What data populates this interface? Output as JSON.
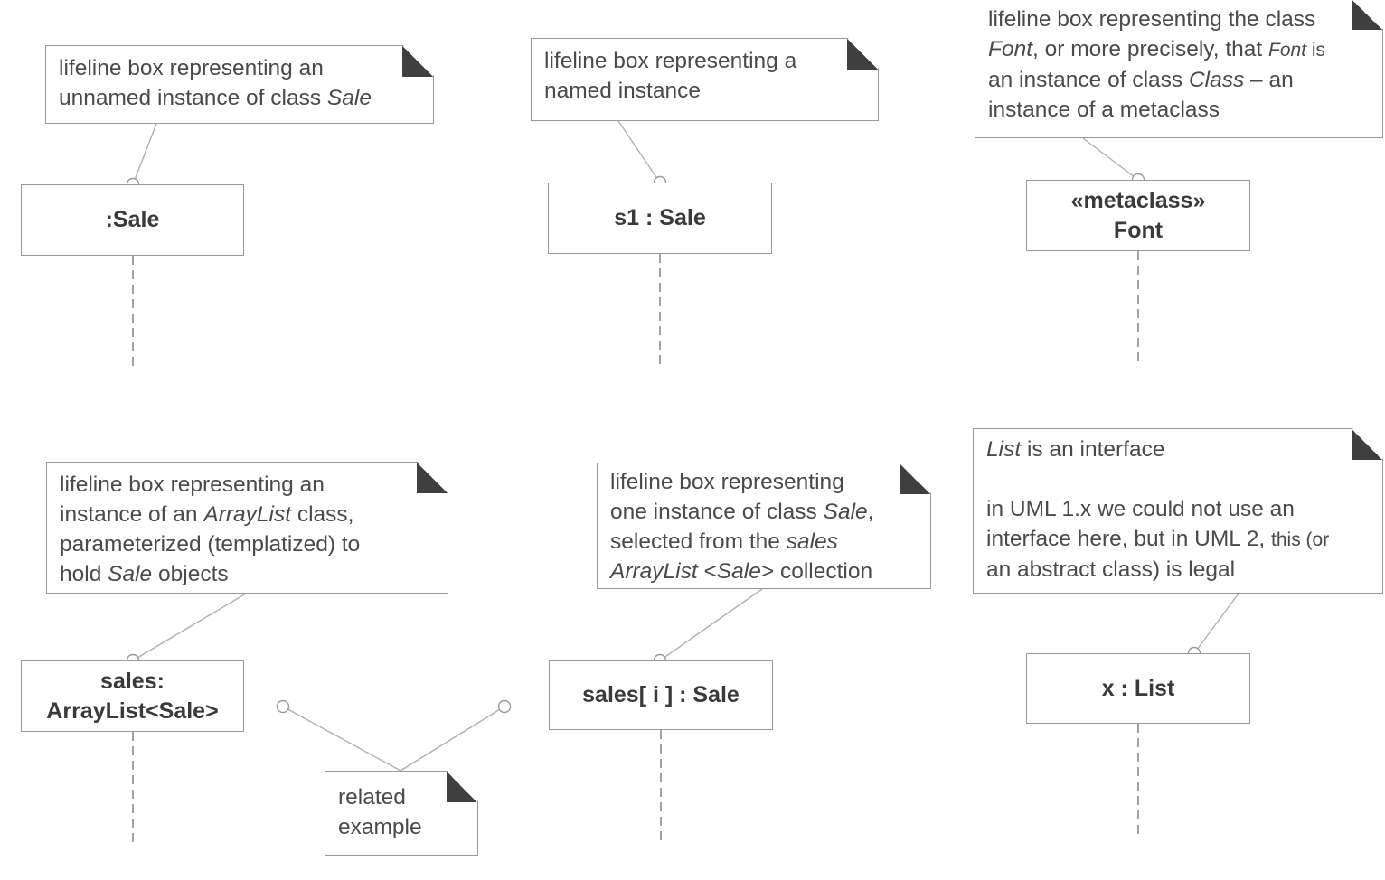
{
  "notes": {
    "sale": {
      "lines": [
        [
          "lifeline box representing an"
        ],
        [
          "unnamed instance of class ",
          {
            "i": "Sale"
          }
        ]
      ]
    },
    "named": {
      "lines": [
        [
          "lifeline box representing a"
        ],
        [
          "named instance"
        ]
      ]
    },
    "font": {
      "lines": [
        [
          "lifeline box representing the class"
        ],
        [
          {
            "i": "Font"
          },
          ", or more precisely, that ",
          {
            "i": "Font",
            "sm": true
          },
          {
            "t": " is",
            "sm": true
          }
        ],
        [
          "an instance of class ",
          {
            "i": "Class"
          },
          " – an"
        ],
        [
          "instance of a metaclass"
        ]
      ]
    },
    "arraylist": {
      "lines": [
        [
          "lifeline box representing an"
        ],
        [
          "instance of an ",
          {
            "i": "ArrayList"
          },
          " class,"
        ],
        [
          "parameterized (templatized) to"
        ],
        [
          "hold ",
          {
            "i": "Sale"
          },
          " objects"
        ]
      ]
    },
    "sales_i": {
      "lines": [
        [
          "lifeline box representing"
        ],
        [
          "one instance of class ",
          {
            "i": "Sale"
          },
          ","
        ],
        [
          "selected from the ",
          {
            "i": "sales"
          }
        ],
        [
          {
            "i": "ArrayList"
          },
          " <",
          {
            "i": "Sale"
          },
          "> collection"
        ]
      ]
    },
    "list": {
      "lines": [
        [
          {
            "i": "List"
          },
          " is an interface"
        ],
        [],
        [
          "in UML 1.x we could not use an"
        ],
        [
          "interface here, but in UML 2, ",
          {
            "t": "this (or",
            "sm": true
          }
        ],
        [
          "an abstract class) is legal"
        ]
      ]
    },
    "related": {
      "lines": [
        [
          "related"
        ],
        [
          "example"
        ]
      ]
    }
  },
  "lifelines": {
    "sale": ":Sale",
    "s1": "s1 : Sale",
    "font_stereotype": "«metaclass»",
    "font_name": "Font",
    "sales_line1": "sales:",
    "sales_line2": "ArrayList<Sale>",
    "sales_i": "sales[ i ] : Sale",
    "x_list": "x : List"
  }
}
